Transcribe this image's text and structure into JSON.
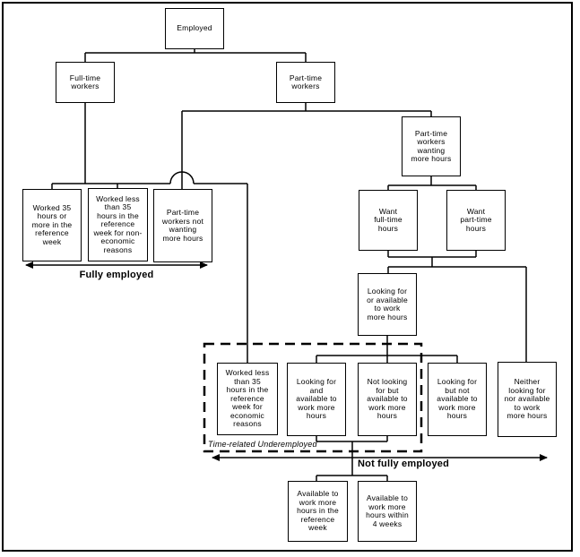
{
  "diagram": {
    "boxes": {
      "employed": {
        "label": "Employed"
      },
      "full_time": {
        "label": "Full-time\nworkers"
      },
      "part_time": {
        "label": "Part-time\nworkers"
      },
      "worked_35": {
        "label": "Worked 35\nhours or\nmore in the\nreference\nweek"
      },
      "worked_less_non_economic": {
        "label": "Worked less\nthan 35\nhours in the\nreference\nweek for non-\neconomic\nreasons"
      },
      "pt_not_wanting": {
        "label": "Part-time\nworkers not\nwanting\nmore hours"
      },
      "pt_wanting": {
        "label": "Part-time\nworkers\nwanting\nmore hours"
      },
      "want_full_time": {
        "label": "Want\nfull-time\nhours"
      },
      "want_part_time": {
        "label": "Want\npart-time\nhours"
      },
      "looking_or_available": {
        "label": "Looking for\nor available\nto work\nmore hours"
      },
      "worked_less_economic": {
        "label": "Worked less\nthan 35\nhours in the\nreference\nweek for\neconomic\nreasons"
      },
      "looking_and_available": {
        "label": "Looking for\nand\navailable to\nwork more\nhours"
      },
      "not_looking_but_available": {
        "label": "Not looking\nfor but\navailable to\nwork more\nhours"
      },
      "looking_but_not_available": {
        "label": "Looking for\nbut not\navailable to\nwork more\nhours"
      },
      "neither_looking_nor_available": {
        "label": "Neither\nlooking for\nnor available\nto work\nmore hours"
      },
      "available_reference_week": {
        "label": "Available to\nwork more\nhours in the\nreference\nweek"
      },
      "available_4_weeks": {
        "label": "Available to\nwork more\nhours within\n4 weeks"
      }
    },
    "annotations": {
      "fully_employed": "Fully employed",
      "not_fully_employed": "Not fully employed",
      "time_related_underemployed": "Time-related Underemployed"
    },
    "colors": {
      "line": "#000000",
      "background": "#ffffff"
    }
  }
}
